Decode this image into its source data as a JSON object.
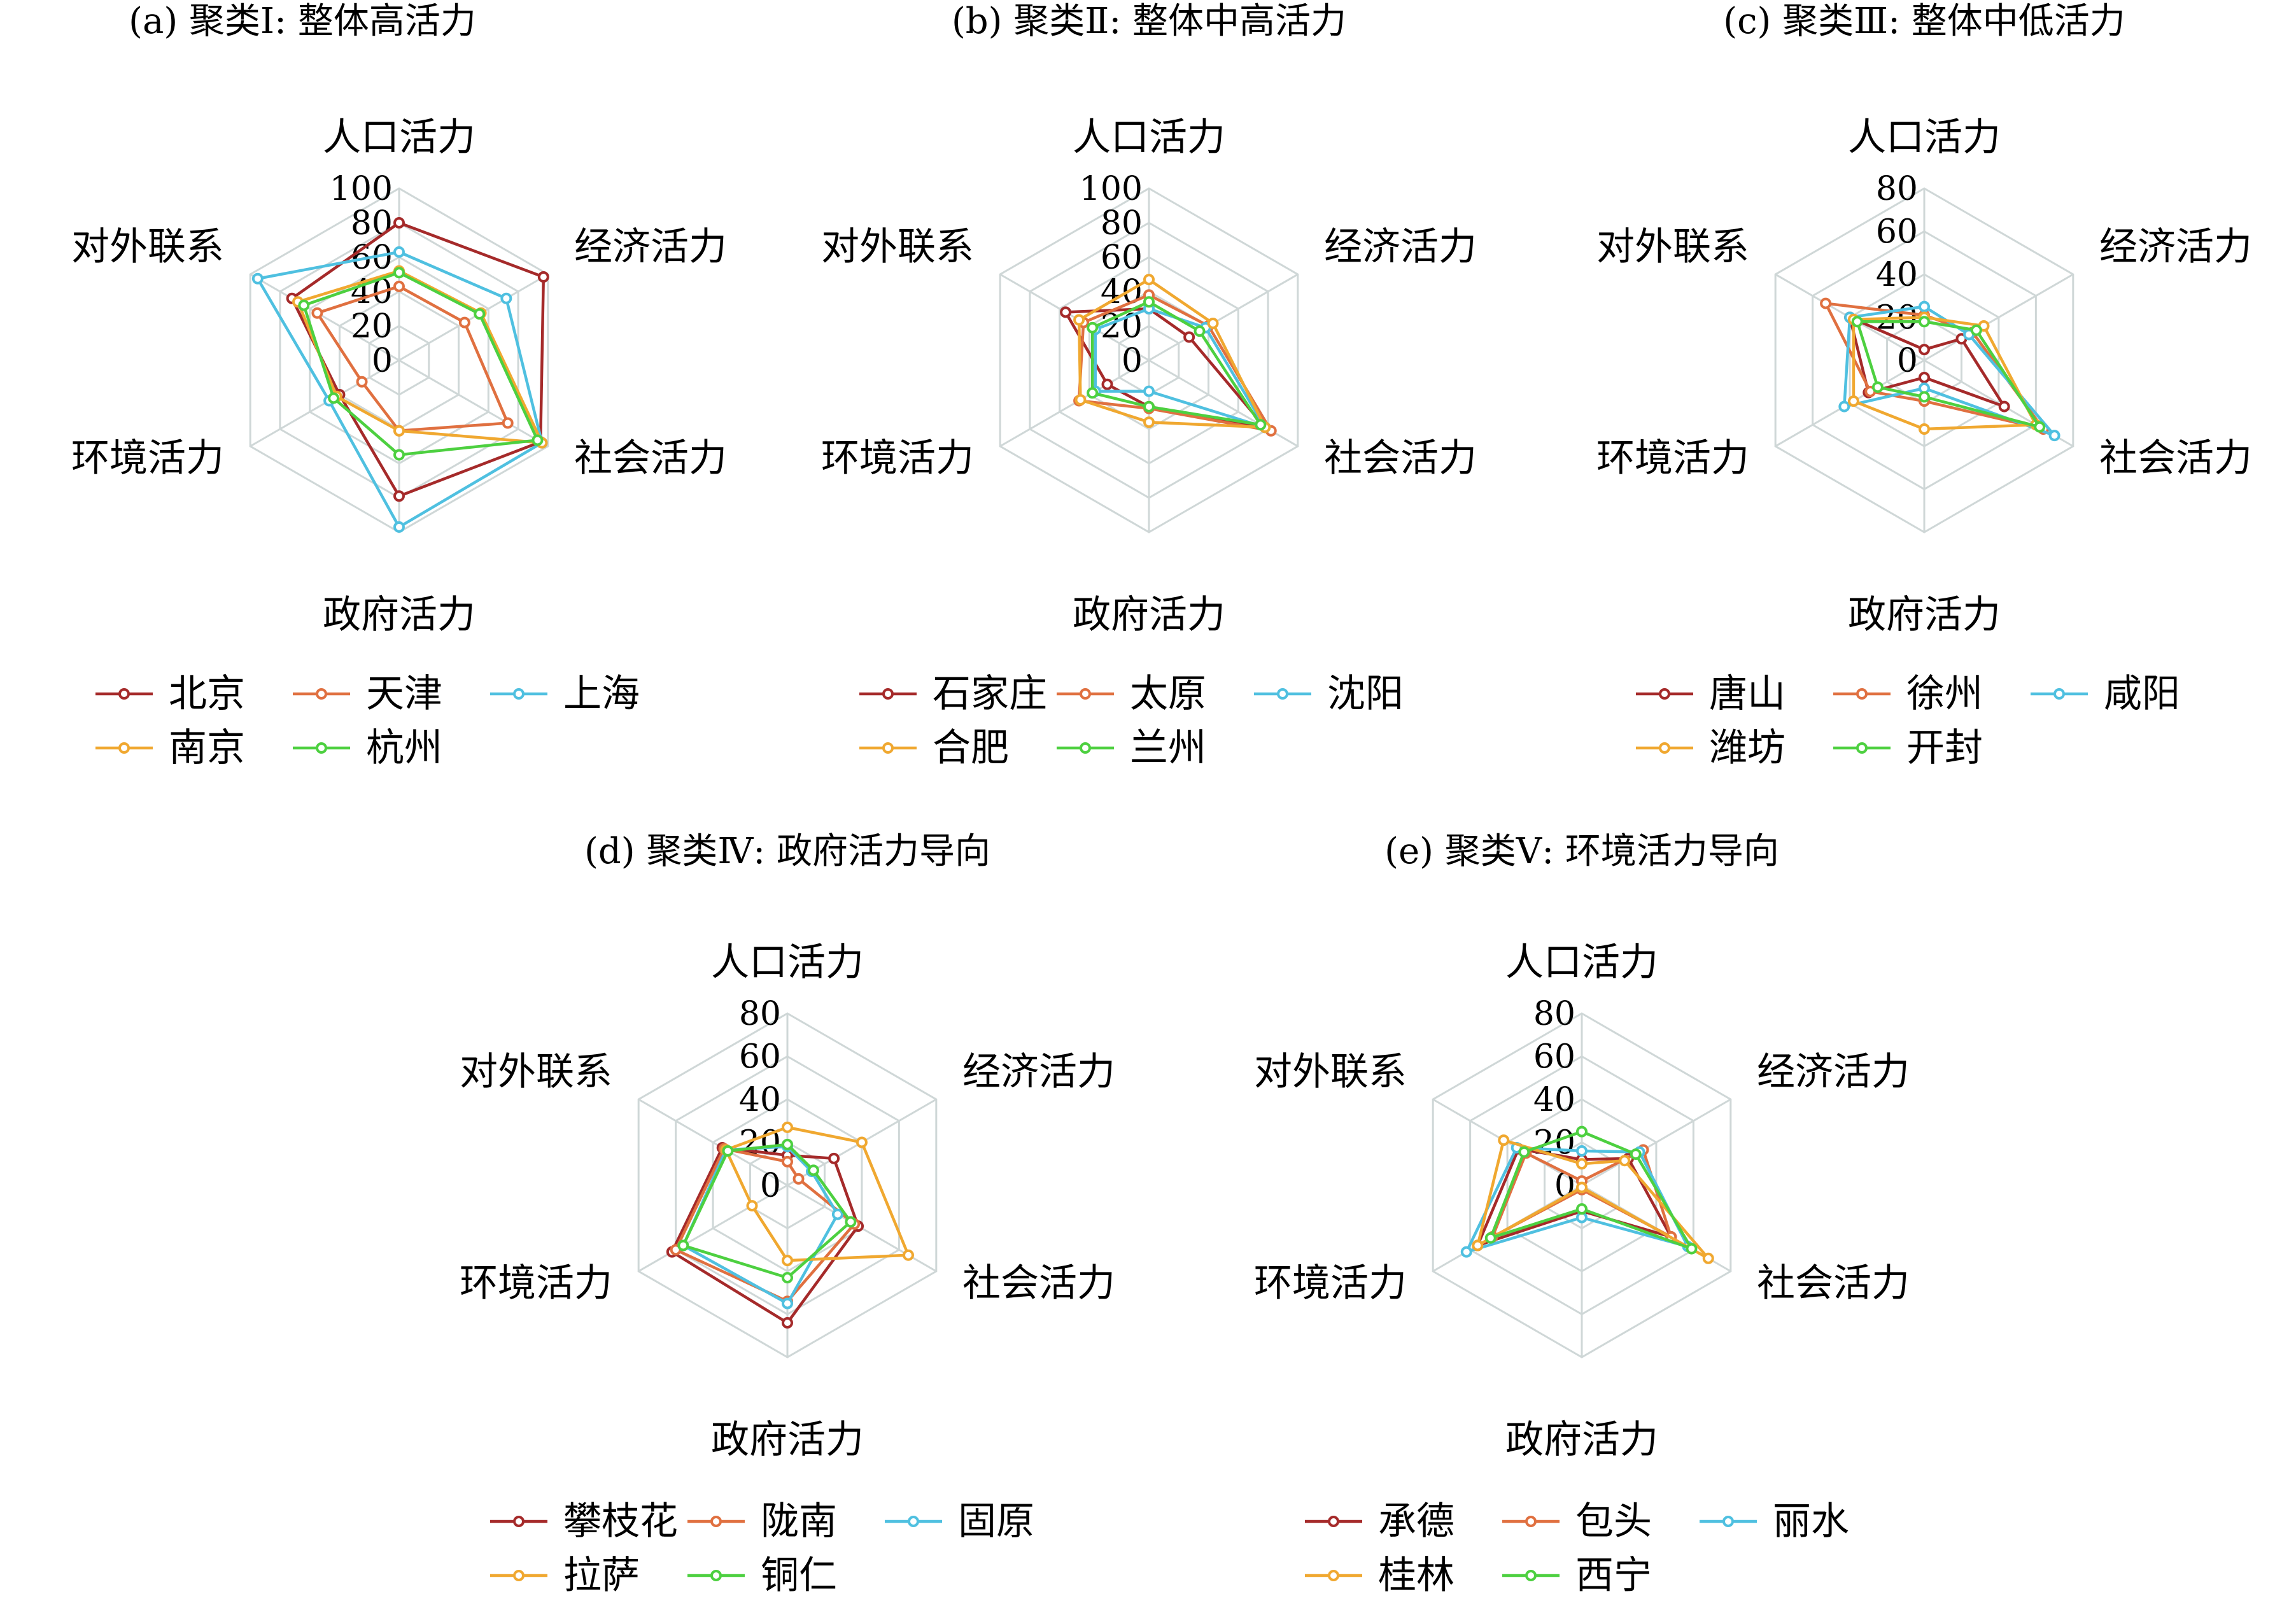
{
  "colors": {
    "series": [
      "#a52a2a",
      "#e07040",
      "#4fc0e0",
      "#f0a830",
      "#4dd040"
    ],
    "grid": "#cfd7d7"
  },
  "chart_data": [
    {
      "type": "radar",
      "title": "(a) 聚类Ⅰ: 整体高活力",
      "axes": [
        "人口活力",
        "经济活力",
        "社会活力",
        "政府活力",
        "环境活力",
        "对外联系"
      ],
      "rlim": [
        0,
        100
      ],
      "ticks": [
        "100",
        "80",
        "60",
        "40",
        "20",
        "0"
      ],
      "tick_values": [
        100,
        80,
        60,
        40,
        20,
        0
      ],
      "grid_levels": [
        20,
        40,
        60,
        80,
        100
      ],
      "legend": "bottom",
      "series": [
        {
          "name": "北京",
          "values": [
            80,
            97,
            95,
            79,
            40,
            72
          ]
        },
        {
          "name": "天津",
          "values": [
            43,
            44,
            73,
            41,
            25,
            55
          ]
        },
        {
          "name": "上海",
          "values": [
            63,
            72,
            96,
            97,
            47,
            95
          ]
        },
        {
          "name": "南京",
          "values": [
            52,
            55,
            96,
            41,
            42,
            68
          ]
        },
        {
          "name": "杭州",
          "values": [
            51,
            54,
            93,
            55,
            44,
            64
          ]
        }
      ]
    },
    {
      "type": "radar",
      "title": "(b) 聚类Ⅱ: 整体中高活力",
      "axes": [
        "人口活力",
        "经济活力",
        "社会活力",
        "政府活力",
        "环境活力",
        "对外联系"
      ],
      "rlim": [
        0,
        100
      ],
      "ticks": [
        "100",
        "80",
        "60",
        "40",
        "20",
        "0"
      ],
      "tick_values": [
        100,
        80,
        60,
        40,
        20,
        0
      ],
      "grid_levels": [
        20,
        40,
        60,
        80,
        100
      ],
      "legend": "bottom",
      "series": [
        {
          "name": "石家庄",
          "values": [
            30,
            27,
            78,
            27,
            28,
            56
          ]
        },
        {
          "name": "太原",
          "values": [
            38,
            40,
            82,
            28,
            47,
            44
          ]
        },
        {
          "name": "沈阳",
          "values": [
            30,
            38,
            78,
            18,
            36,
            36
          ]
        },
        {
          "name": "合肥",
          "values": [
            47,
            43,
            78,
            36,
            46,
            47
          ]
        },
        {
          "name": "兰州",
          "values": [
            34,
            34,
            75,
            27,
            38,
            38
          ]
        }
      ]
    },
    {
      "type": "radar",
      "title": "(c) 聚类Ⅲ: 整体中低活力",
      "axes": [
        "人口活力",
        "经济活力",
        "社会活力",
        "政府活力",
        "环境活力",
        "对外联系"
      ],
      "rlim": [
        0,
        80
      ],
      "ticks": [
        "80",
        "60",
        "40",
        "20",
        "0"
      ],
      "tick_values": [
        80,
        60,
        40,
        20,
        0
      ],
      "grid_levels": [
        20,
        40,
        60,
        80
      ],
      "legend": "bottom",
      "series": [
        {
          "name": "唐山",
          "values": [
            5,
            20,
            43,
            8,
            30,
            40
          ]
        },
        {
          "name": "徐州",
          "values": [
            21,
            26,
            64,
            19,
            29,
            53
          ]
        },
        {
          "name": "咸阳",
          "values": [
            25,
            24,
            70,
            13,
            43,
            40
          ]
        },
        {
          "name": "潍坊",
          "values": [
            20,
            32,
            60,
            32,
            38,
            38
          ]
        },
        {
          "name": "开封",
          "values": [
            18,
            28,
            62,
            17,
            25,
            36
          ]
        }
      ]
    },
    {
      "type": "radar",
      "title": "(d) 聚类Ⅳ: 政府活力导向",
      "axes": [
        "人口活力",
        "经济活力",
        "社会活力",
        "政府活力",
        "环境活力",
        "对外联系"
      ],
      "rlim": [
        0,
        80
      ],
      "ticks": [
        "80",
        "60",
        "40",
        "20",
        "0"
      ],
      "tick_values": [
        80,
        60,
        40,
        20,
        0
      ],
      "grid_levels": [
        20,
        40,
        60,
        80
      ],
      "legend": "bottom",
      "series": [
        {
          "name": "攀枝花",
          "values": [
            14,
            25,
            38,
            64,
            62,
            35
          ]
        },
        {
          "name": "陇南",
          "values": [
            11,
            6,
            36,
            54,
            60,
            34
          ]
        },
        {
          "name": "固原",
          "values": [
            18,
            13,
            27,
            55,
            56,
            33
          ]
        },
        {
          "name": "拉萨",
          "values": [
            27,
            40,
            65,
            35,
            19,
            33
          ]
        },
        {
          "name": "铜仁",
          "values": [
            19,
            14,
            34,
            43,
            56,
            32
          ]
        }
      ]
    },
    {
      "type": "radar",
      "title": "(e) 聚类Ⅴ: 环境活力导向",
      "axes": [
        "人口活力",
        "经济活力",
        "社会活力",
        "政府活力",
        "环境活力",
        "对外联系"
      ],
      "rlim": [
        0,
        80
      ],
      "ticks": [
        "80",
        "60",
        "40",
        "20",
        "0"
      ],
      "tick_values": [
        80,
        60,
        40,
        20,
        0
      ],
      "grid_levels": [
        20,
        40,
        60,
        80
      ],
      "legend": "bottom",
      "series": [
        {
          "name": "承德",
          "values": [
            12,
            25,
            48,
            12,
            56,
            34
          ]
        },
        {
          "name": "包头",
          "values": [
            2,
            33,
            48,
            2,
            48,
            30
          ]
        },
        {
          "name": "丽水",
          "values": [
            16,
            31,
            57,
            15,
            62,
            35
          ]
        },
        {
          "name": "桂林",
          "values": [
            10,
            23,
            68,
            1,
            56,
            42
          ]
        },
        {
          "name": "西宁",
          "values": [
            25,
            29,
            59,
            11,
            49,
            31
          ]
        }
      ]
    }
  ]
}
